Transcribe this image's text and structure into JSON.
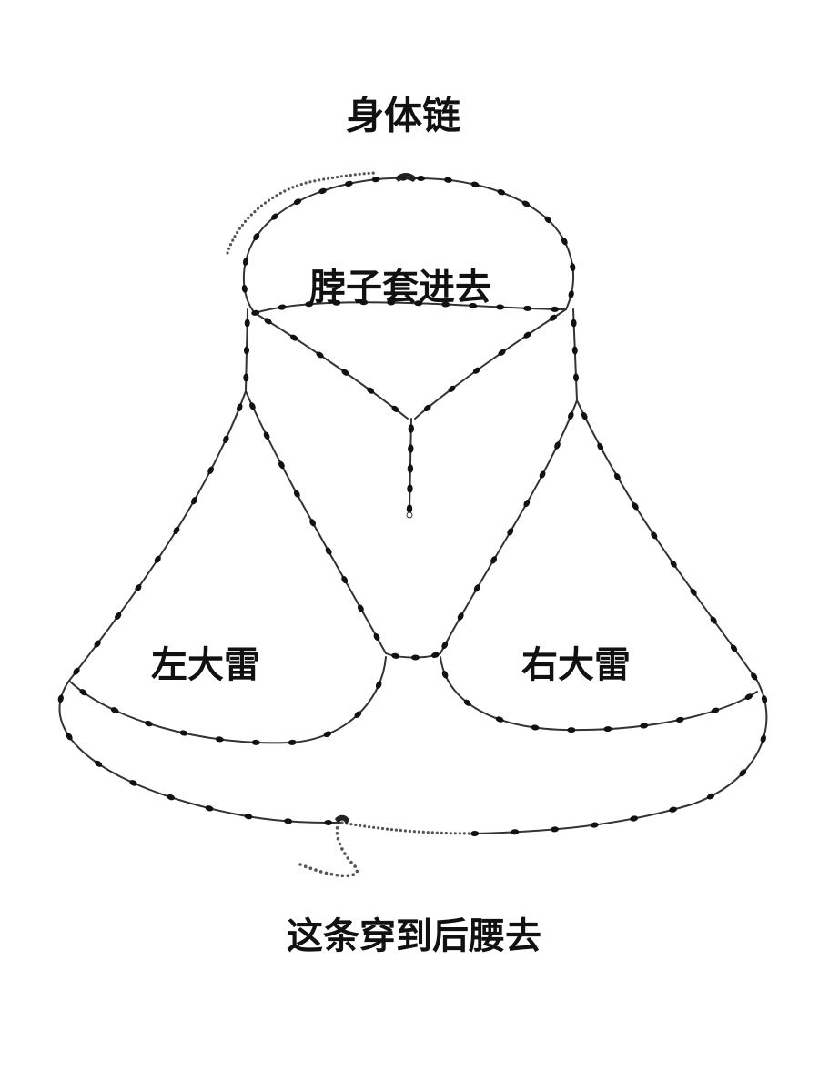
{
  "title": "身体链",
  "labels": {
    "neck": "脖子套进去",
    "left_chest": "左大雷",
    "right_chest": "右大雷",
    "waist": "这条穿到后腰去"
  },
  "colors": {
    "chain": "#333333",
    "bead": "#111111",
    "text": "#111111",
    "background": "#ffffff"
  }
}
